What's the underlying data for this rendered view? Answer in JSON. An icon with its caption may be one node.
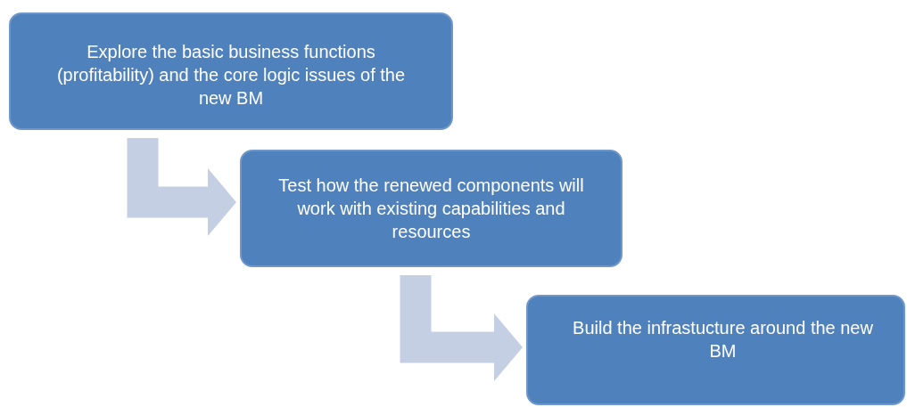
{
  "diagram": {
    "nodes": [
      {
        "text": [
          "Explore the basic business functions (profitability) and the core logic issues of the new BM"
        ]
      },
      {
        "text": [
          "Test how the renewed components will work with existing capabilities and resources"
        ]
      },
      {
        "text": [
          "Build the infrastucture around the new BM"
        ]
      }
    ],
    "edges": [
      {
        "from": 0,
        "to": 1,
        "arrow": "to"
      },
      {
        "from": 1,
        "to": 2,
        "arrow": "to"
      }
    ]
  }
}
